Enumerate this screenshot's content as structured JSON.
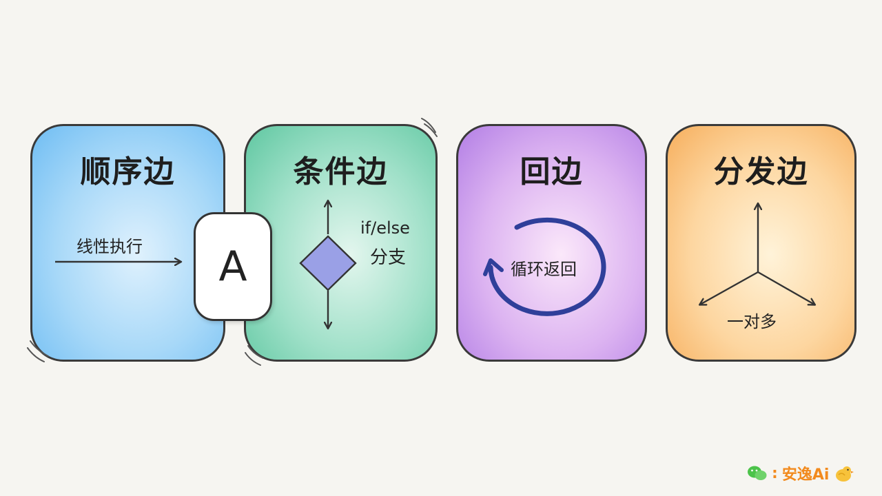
{
  "cards": [
    {
      "title": "顺序边",
      "label": "线性执行",
      "color": "#6fbdf3"
    },
    {
      "title": "条件边",
      "label_line1": "if/else",
      "label_line2": "分支",
      "color": "#5fc7a1"
    },
    {
      "title": "回边",
      "label": "循环返回",
      "color": "#b27ee5"
    },
    {
      "title": "分发边",
      "label": "一对多",
      "color": "#f6ae5c"
    }
  ],
  "node": {
    "label": "A"
  },
  "watermark": {
    "separator": ":",
    "text": "安逸Ai",
    "icons": [
      "wechat-icon",
      "bird-icon"
    ]
  },
  "colors": {
    "arrow": "#333333",
    "loop": "#2f3f9a",
    "diamond": "#9aa0e6"
  }
}
